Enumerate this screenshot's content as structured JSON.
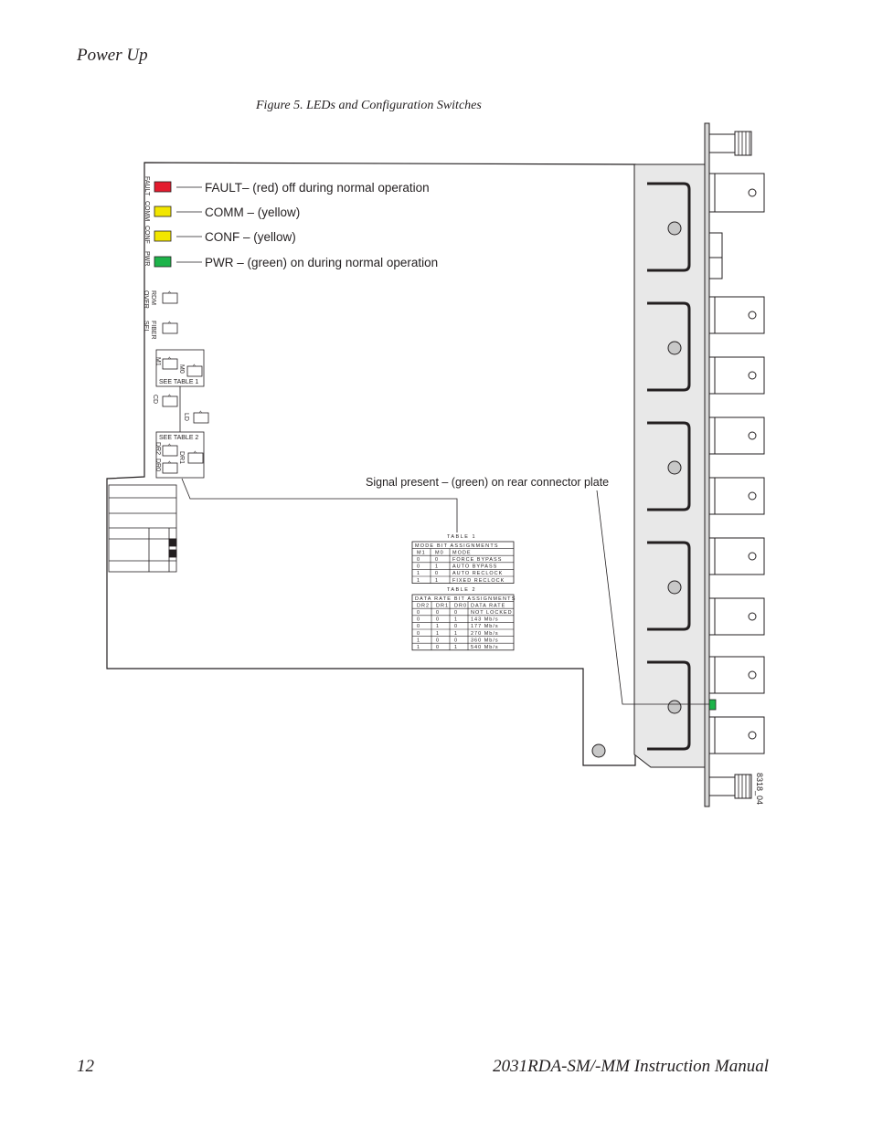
{
  "header": {
    "section": "Power Up"
  },
  "figure": {
    "caption": "Figure 5.  LEDs and Configuration Switches",
    "drawing_id": "8318_04",
    "leds": [
      {
        "code": "FAULT",
        "color": "#e31b2e",
        "callout": "FAULT– (red) off during normal operation"
      },
      {
        "code": "COMM",
        "color": "#f2e600",
        "callout": "COMM – (yellow)"
      },
      {
        "code": "CONF",
        "color": "#f2e600",
        "callout": "CONF – (yellow)"
      },
      {
        "code": "PWR",
        "color": "#1db34a",
        "callout": "PWR – (green) on during normal operation"
      }
    ],
    "switches": {
      "rdm_over_a": "RDM",
      "rdm_over_b": "OVER",
      "fiber_sel_a": "FIBER",
      "fiber_sel_b": "SEL",
      "m1": "M1",
      "m0": "M0",
      "see_table_1": "SEE TABLE 1",
      "cd": "CD",
      "ld": "LD",
      "see_table_2": "SEE TABLE 2",
      "dr2": "DR2",
      "dr0": "DR0",
      "dr1": "DR1"
    },
    "signal_callout": "Signal present – (green) on rear connector plate",
    "signal_led_color": "#1db34a",
    "table1": {
      "label": "TABLE 1",
      "title": "MODE BIT ASSIGNMENTS",
      "headers": [
        "M1",
        "M0",
        "MODE"
      ],
      "rows": [
        [
          "0",
          "0",
          "FORCE BYPASS"
        ],
        [
          "0",
          "1",
          "AUTO BYPASS"
        ],
        [
          "1",
          "0",
          "AUTO RECLOCK"
        ],
        [
          "1",
          "1",
          "FIXED RECLOCK"
        ]
      ]
    },
    "table2": {
      "label": "TABLE 2",
      "title": "DATA RATE BIT ASSIGNMENTS",
      "headers": [
        "DR2",
        "DR1",
        "DR0",
        "DATA RATE"
      ],
      "rows": [
        [
          "0",
          "0",
          "0",
          "NOT LOCKED"
        ],
        [
          "0",
          "0",
          "1",
          "143 Mb/s"
        ],
        [
          "0",
          "1",
          "0",
          "177 Mb/s"
        ],
        [
          "0",
          "1",
          "1",
          "270 Mb/s"
        ],
        [
          "1",
          "0",
          "0",
          "360 Mb/s"
        ],
        [
          "1",
          "0",
          "1",
          "540 Mb/s"
        ]
      ]
    }
  },
  "footer": {
    "page_number": "12",
    "manual_title": "2031RDA-SM/-MM Instruction Manual"
  }
}
